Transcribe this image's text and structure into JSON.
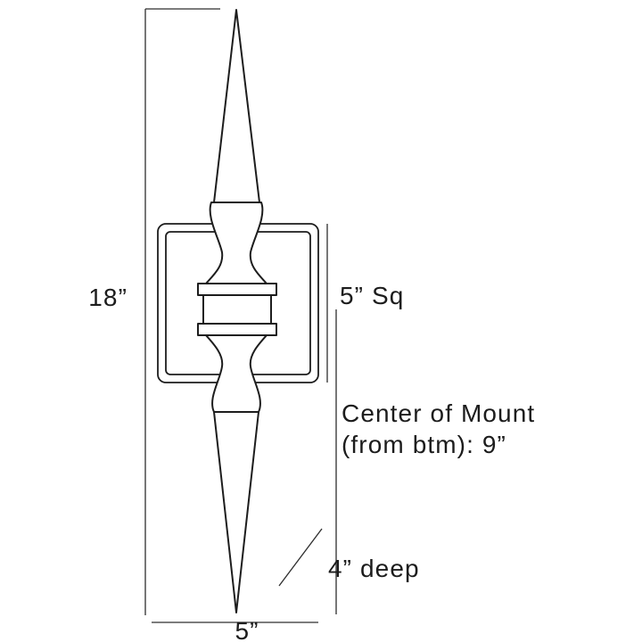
{
  "diagram": {
    "labels": {
      "height": "18”",
      "backplate": "5” Sq",
      "mount_line1": "Center of Mount",
      "mount_line2": "(from btm): 9”",
      "depth": "4” deep",
      "width": "5”"
    },
    "colors": {
      "ink": "#1d1d1d",
      "dimension": "#2e2e2e",
      "background": "#ffffff"
    }
  }
}
